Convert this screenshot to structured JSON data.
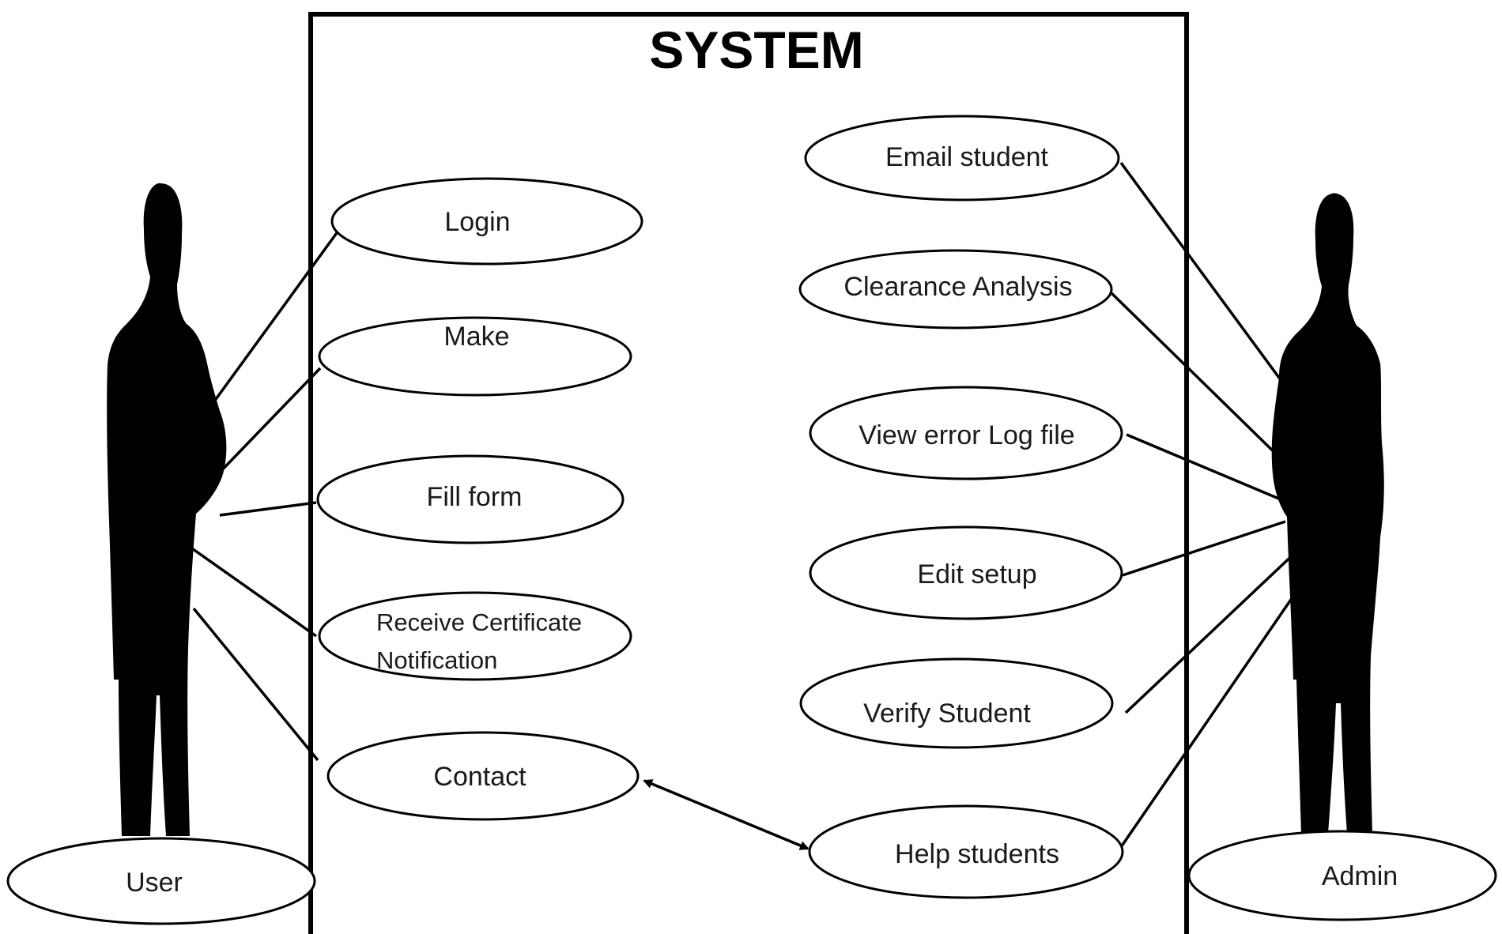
{
  "diagram": {
    "system_title": "SYSTEM",
    "actors": {
      "user": {
        "label": "User"
      },
      "admin": {
        "label": "Admin"
      }
    },
    "user_use_cases": {
      "login": "Login",
      "make": "Make",
      "fill_form": "Fill form",
      "receive_certificate_line1": "Receive Certificate",
      "receive_certificate_line2": "Notification",
      "contact": "Contact"
    },
    "admin_use_cases": {
      "email_student": "Email student",
      "clearance_analysis": "Clearance Analysis",
      "view_error_log": "View error Log file",
      "edit_setup": "Edit setup",
      "verify_student": "Verify Student",
      "help_students": "Help students"
    },
    "colors": {
      "line": "#000000",
      "background": "#ffffff"
    }
  }
}
